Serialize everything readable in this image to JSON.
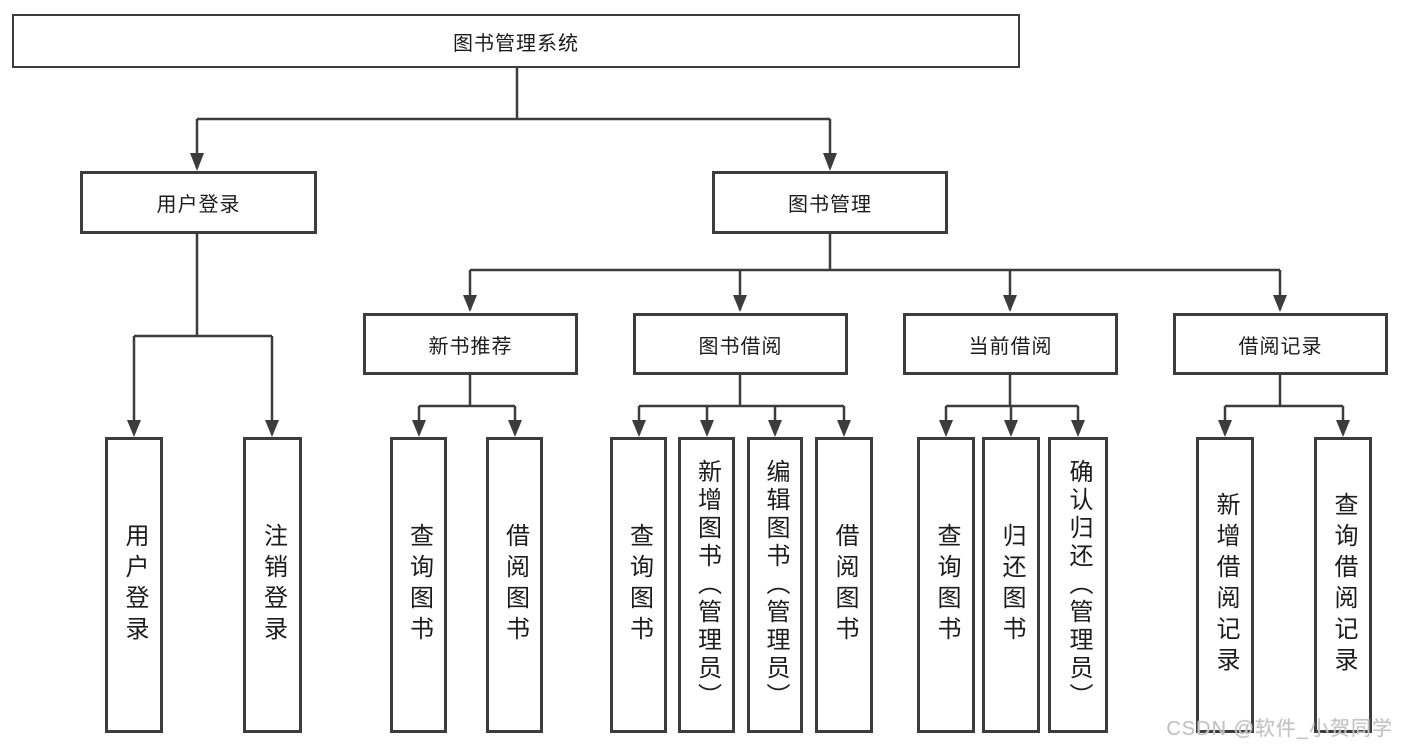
{
  "title": "图书管理系统",
  "modules": [
    {
      "label": "用户登录",
      "children": [
        "用户登录",
        "注销登录"
      ]
    },
    {
      "label": "图书管理",
      "submodules": [
        {
          "label": "新书推荐",
          "children": [
            "查询图书",
            "借阅图书"
          ]
        },
        {
          "label": "图书借阅",
          "children": [
            "查询图书",
            "新增图书（管理员）",
            "编辑图书（管理员）",
            "借阅图书"
          ]
        },
        {
          "label": "当前借阅",
          "children": [
            "查询图书",
            "归还图书",
            "确认归还（管理员）"
          ]
        },
        {
          "label": "借阅记录",
          "children": [
            "新增借阅记录",
            "查询借阅记录"
          ]
        }
      ]
    }
  ],
  "watermark": "CSDN @软件_小贺同学",
  "colors": {
    "line": "#3c3c3c",
    "box_border": "#3c3c3c",
    "box_fill": "#ffffff",
    "text": "#1c1c1c",
    "watermark": "#c3c3c3",
    "background": "#ffffff"
  }
}
